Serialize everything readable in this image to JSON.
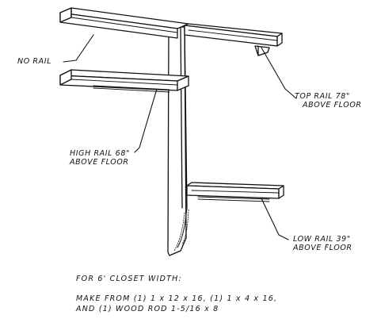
{
  "labels": {
    "no_rail": "NO RAIL",
    "top_rail_1": "TOP RAIL 78\"",
    "top_rail_2": "ABOVE FLOOR",
    "high_rail_1": "HIGH RAIL 68\"",
    "high_rail_2": "ABOVE FLOOR",
    "low_rail_1": "LOW RAIL 39\"",
    "low_rail_2": "ABOVE FLOOR"
  },
  "notes": {
    "line1": "FOR 6' CLOSET WIDTH:",
    "line2": "MAKE FROM (1) 1 x 12 x 16, (1) 1 x 4 x 16,",
    "line3": "AND (1) WOOD ROD 1-5/16 x 8"
  }
}
